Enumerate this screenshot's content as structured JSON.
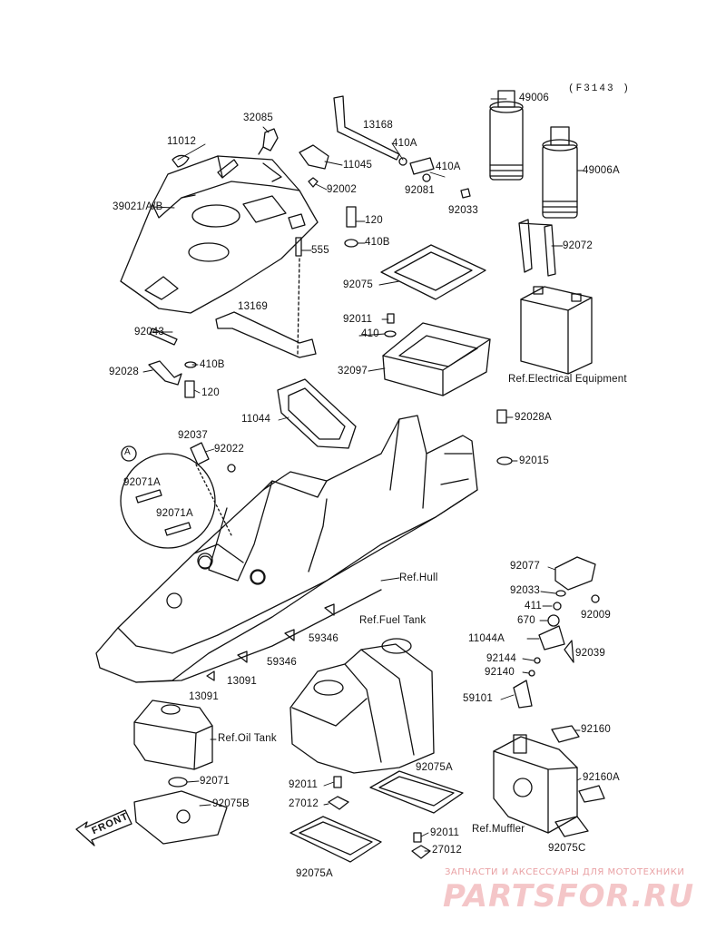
{
  "diagram_code": "(F3143 )",
  "front_label": "FRONT",
  "callout_letter": "A",
  "watermark": {
    "line1": "ЗАПЧАСТИ И АКСЕССУАРЫ ДЛЯ МОТОТЕХНИКИ",
    "line2": "PARTSFOR.RU"
  },
  "labels": {
    "l_32085": "32085",
    "l_11012": "11012",
    "l_39021": "39021/A/B",
    "l_13168": "13168",
    "l_410a_1": "410A",
    "l_410a_2": "410A",
    "l_11045": "11045",
    "l_92002": "92002",
    "l_92081": "92081",
    "l_92033_top": "92033",
    "l_49006": "49006",
    "l_49006a": "49006A",
    "l_120_top": "120",
    "l_410b_top": "410B",
    "l_555": "555",
    "l_92072": "92072",
    "l_92075_top": "92075",
    "l_13169": "13169",
    "l_92011_top": "92011",
    "l_410": "410",
    "l_32097": "32097",
    "l_92043": "92043",
    "l_410b_bot": "410B",
    "l_92028": "92028",
    "l_120_bot": "120",
    "l_ref_electrical": "Ref.Electrical Equipment",
    "l_11044": "11044",
    "l_92028a": "92028A",
    "l_92037": "92037",
    "l_92022": "92022",
    "l_92015": "92015",
    "l_92071a_1": "92071A",
    "l_92071a_2": "92071A",
    "l_ref_hull": "Ref.Hull",
    "l_92077": "92077",
    "l_92033_mid": "92033",
    "l_411": "411",
    "l_670": "670",
    "l_92009": "92009",
    "l_ref_fuel_tank": "Ref.Fuel Tank",
    "l_59346_1": "59346",
    "l_59346_2": "59346",
    "l_13091_1": "13091",
    "l_13091_2": "13091",
    "l_11044a": "11044A",
    "l_92144": "92144",
    "l_92039": "92039",
    "l_92140": "92140",
    "l_59101": "59101",
    "l_92160": "92160",
    "l_ref_oil_tank": "Ref.Oil Tank",
    "l_92071": "92071",
    "l_92075b": "92075B",
    "l_92011_bot1": "92011",
    "l_92075a_1": "92075A",
    "l_27012_1": "27012",
    "l_92160a": "92160A",
    "l_92011_bot2": "92011",
    "l_27012_2": "27012",
    "l_ref_muffler": "Ref.Muffler",
    "l_92075a_2": "92075A",
    "l_92075c": "92075C"
  }
}
